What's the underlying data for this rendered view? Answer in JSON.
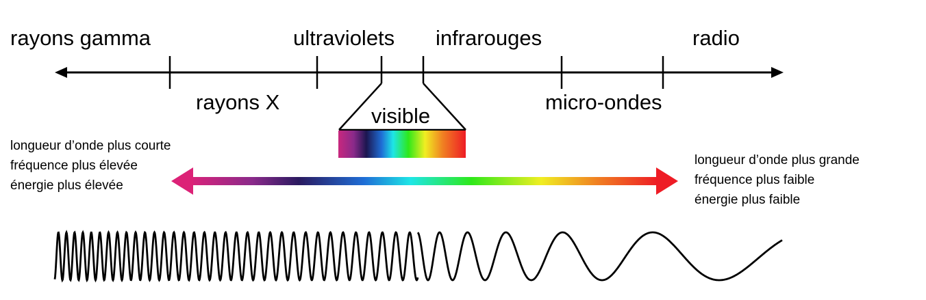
{
  "spectrum_bands": {
    "top": [
      "rayons gamma",
      "ultraviolets",
      "infrarouges",
      "radio"
    ],
    "bottom": [
      "rayons X",
      "micro-ondes"
    ],
    "visible": "visible"
  },
  "left_side": {
    "line1": "longueur d’onde plus courte",
    "line2": "fréquence plus élevée",
    "line3": "énergie plus élevée"
  },
  "right_side": {
    "line1": "longueur d’onde plus grande",
    "line2": "fréquence plus faible",
    "line3": "énergie plus faible"
  },
  "colors": {
    "gradient": [
      "#e0207a",
      "#7a2a8c",
      "#1c1650",
      "#1e7fd0",
      "#1ee8e0",
      "#2ee81a",
      "#f2f020",
      "#f07f20",
      "#ee1c25"
    ],
    "line": "#000000"
  }
}
